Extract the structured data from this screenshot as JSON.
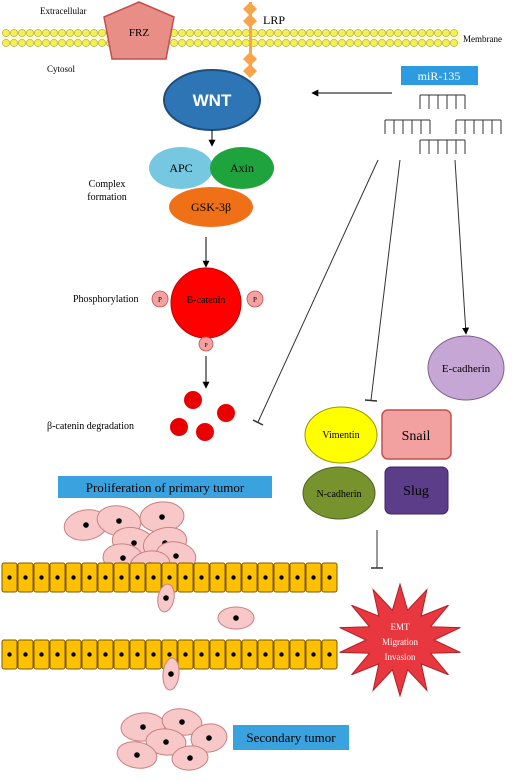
{
  "labels": {
    "extracellular": "Extracellular",
    "cytosol": "Cytosol",
    "membrane": "Membrane",
    "frz": "FRZ",
    "lrp": "LRP",
    "wnt": "WNT",
    "apc": "APC",
    "axin": "Axin",
    "gsk": "GSK-3β",
    "complex_line1": "Complex",
    "complex_line2": "formation",
    "phosphorylation": "Phosphorylation",
    "beta_catenin": "B-catenin",
    "p1": "P",
    "p2": "P",
    "p3": "P",
    "degradation": "β-catenin degradation",
    "mir": "miR-135",
    "ecadherin": "E-cadherin",
    "vimentin": "Vimentin",
    "snail": "Snail",
    "ncadherin": "N-cadherin",
    "slug": "Slug",
    "proliferation": "Proliferation of primary tumor",
    "emt": "EMT",
    "migration": "Migration",
    "invasion": "Invasion",
    "secondary": "Secondary tumor"
  },
  "colors": {
    "membrane": "#f5f04b",
    "frz": "#e88e86",
    "lrp": "#f7a44a",
    "wnt": "#2e75b6",
    "apc": "#76c8e0",
    "axin": "#1fa33d",
    "gsk": "#f07018",
    "beta_catenin": "#ff0000",
    "phospho": "#f4a1a1",
    "degradation_dot": "#e80000",
    "mir_box": "#2e9ae0",
    "label_box": "#3aa3df",
    "ecadherin": "#c6a6d4",
    "vimentin": "#ffff00",
    "snail": "#f2a0a0",
    "ncadherin": "#77932e",
    "slug": "#5c3d8a",
    "epithelium": "#ffc000",
    "tumor_cell": "#f8c8c8",
    "emt_star": "#e8373f"
  }
}
